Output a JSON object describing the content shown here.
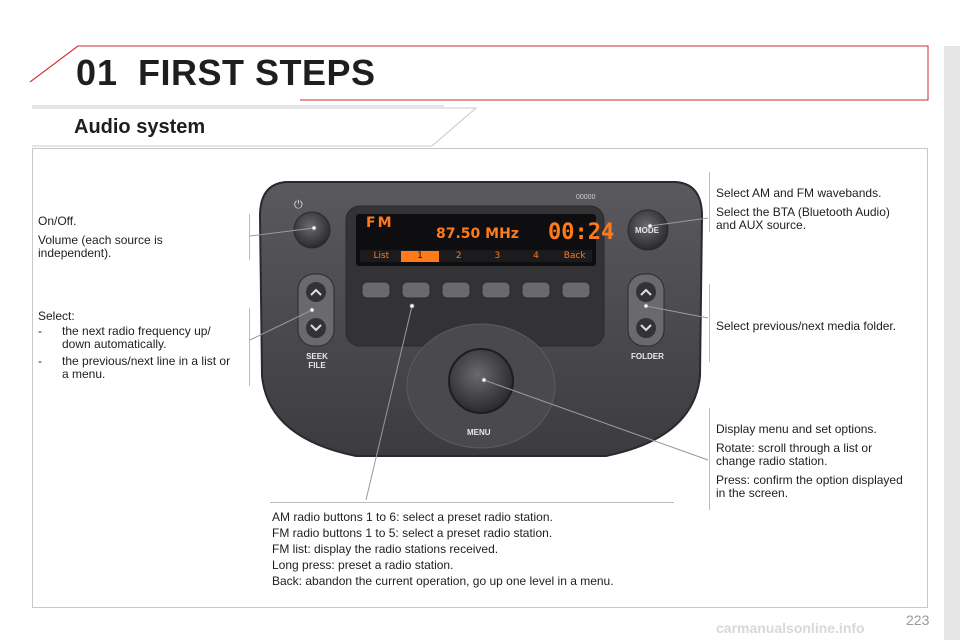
{
  "header": {
    "chapter_number": "01",
    "chapter_title": "FIRST STEPS",
    "section_title": "Audio system"
  },
  "device": {
    "display": {
      "band": "FM",
      "frequency": "87.50 MHz",
      "clock": "00:24",
      "soft_keys": [
        "List",
        "1",
        "2",
        "3",
        "4",
        "Back"
      ]
    },
    "top_label": "00000",
    "mode_label": "MODE",
    "seek_label_1": "SEEK",
    "seek_label_2": "FILE",
    "folder_label": "FOLDER",
    "menu_label": "MENU"
  },
  "callouts": {
    "onoff": {
      "line1": "On/Off.",
      "line2": "Volume (each source is",
      "line3": "independent)."
    },
    "select": {
      "head": "Select:",
      "b1_l1": "the next radio frequency up/",
      "b1_l2": "down automatically.",
      "b2_l1": "the previous/next line in a list or",
      "b2_l2": "a menu.",
      "dash": "-"
    },
    "mode": {
      "l1": "Select AM and FM wavebands.",
      "l2": "Select the BTA (Bluetooth Audio)",
      "l3": "and AUX source."
    },
    "folder": {
      "l1": "Select previous/next media folder."
    },
    "menu": {
      "l1": "Display menu and set options.",
      "l2": "Rotate: scroll through a list or",
      "l3": "change radio station.",
      "l4": "Press: confirm the option displayed",
      "l5": "in the screen."
    },
    "presets": {
      "l1": "AM radio buttons 1 to 6: select a preset radio station.",
      "l2": "FM radio buttons 1 to 5: select a preset radio station.",
      "l3": "FM list: display the radio stations received.",
      "l4": "Long press: preset a radio station.",
      "l5": "Back: abandon the current operation, go up one level in a menu."
    }
  },
  "page": {
    "number": "223",
    "footer": "carmanualsonline.info"
  },
  "colors": {
    "accent": "#d6252e",
    "display_orange": "#ff7a1a",
    "panel": "#4a4a4e"
  }
}
